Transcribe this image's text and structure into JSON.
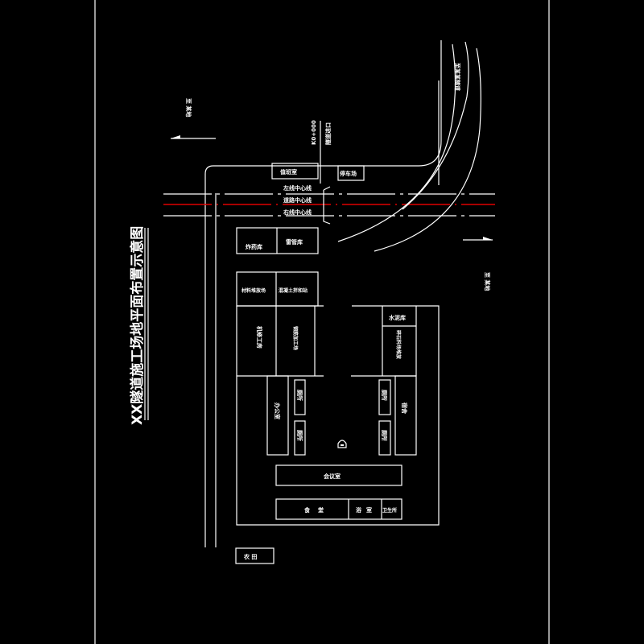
{
  "title": "XX隧道施工场地平面布置示意图",
  "colors": {
    "background": "#000000",
    "line": "#ffffff",
    "centerline": "#e00000"
  },
  "directions": {
    "top_left": "至 某地",
    "right_top": "至某某隧道",
    "right_middle": "至 某地"
  },
  "road": {
    "mileage_marker": "K0+000",
    "entrance_label": "隧道进口",
    "lines": [
      "左线中心线",
      "道路中心线",
      "右线中心线"
    ]
  },
  "buildings": {
    "guard_room": "值班室",
    "parking": "停车场",
    "explosive_store": "炸药库",
    "detonator_store": "雷管库",
    "materials_yard": "材料堆放场",
    "concrete_yard": "混凝土拌和站",
    "machine_shop": "机修工房",
    "rebar_yard": "钢筋加工场",
    "cement_store": "水泥库",
    "stone_yard": "碎石料场堆放",
    "office": "办公室",
    "toilet_a": "厕所",
    "toilet_b": "厕所",
    "toilet_c": "厕所",
    "toilet_d": "厕所",
    "dormitory": "宿舍",
    "meeting_room": "会议室",
    "canteen": "食堂",
    "bathroom": "浴室",
    "clinic": "卫生所",
    "farmland": "农 田"
  }
}
